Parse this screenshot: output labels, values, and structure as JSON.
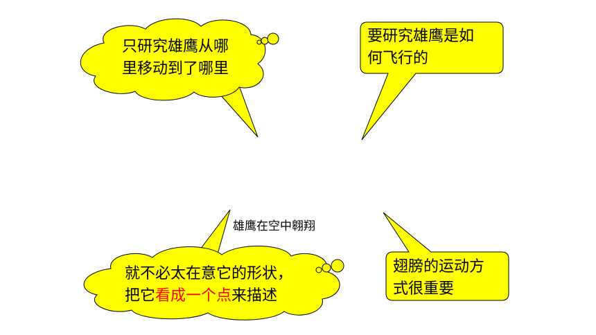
{
  "colors": {
    "callout_fill": "#ffff00",
    "outline": "#000000",
    "highlight": "#ff0000"
  },
  "center_caption": "雄鹰在空中翱翔",
  "callouts": {
    "top_left": {
      "line1": "只研究雄鹰从哪",
      "line2": "里移动到了哪里"
    },
    "top_right": {
      "line1": "要研究雄鹰是如",
      "line2": "何飞行的"
    },
    "bottom_left": {
      "line1": "就不必太在意它的形状，",
      "line2_prefix": "把它",
      "line2_highlight": "看成一个点",
      "line2_suffix": "来描述"
    },
    "bottom_right": {
      "line1": "翅膀的运动方",
      "line2": "式很重要"
    }
  }
}
